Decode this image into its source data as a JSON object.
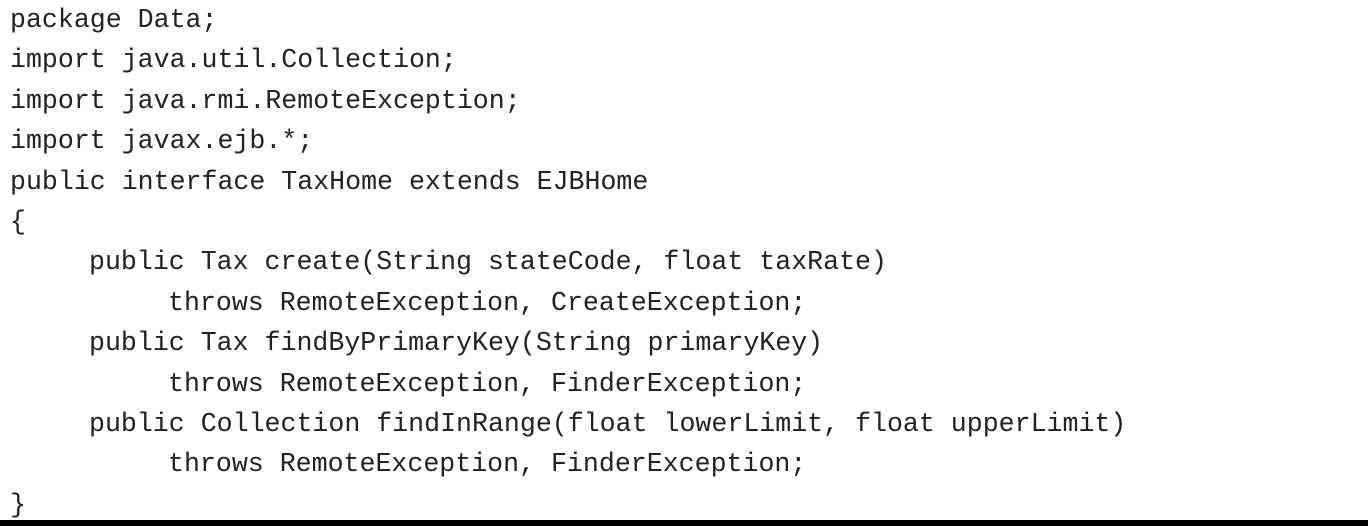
{
  "code": {
    "lines": [
      {
        "text": "package Data;",
        "indent": 0
      },
      {
        "text": "import java.util.Collection;",
        "indent": 0
      },
      {
        "text": "import java.rmi.RemoteException;",
        "indent": 0
      },
      {
        "text": "import javax.ejb.*;",
        "indent": 0
      },
      {
        "text": "public interface TaxHome extends EJBHome",
        "indent": 0
      },
      {
        "text": "{",
        "indent": 0
      },
      {
        "text": "public Tax create(String stateCode, float taxRate)",
        "indent": 1
      },
      {
        "text": "throws RemoteException, CreateException;",
        "indent": 2
      },
      {
        "text": "public Tax findByPrimaryKey(String primaryKey)",
        "indent": 1
      },
      {
        "text": "throws RemoteException, FinderException;",
        "indent": 2
      },
      {
        "text": "public Collection findInRange(float lowerLimit, float upperLimit)",
        "indent": 1
      },
      {
        "text": "throws RemoteException, FinderException;",
        "indent": 2
      },
      {
        "text": "}",
        "indent": 0
      }
    ]
  }
}
